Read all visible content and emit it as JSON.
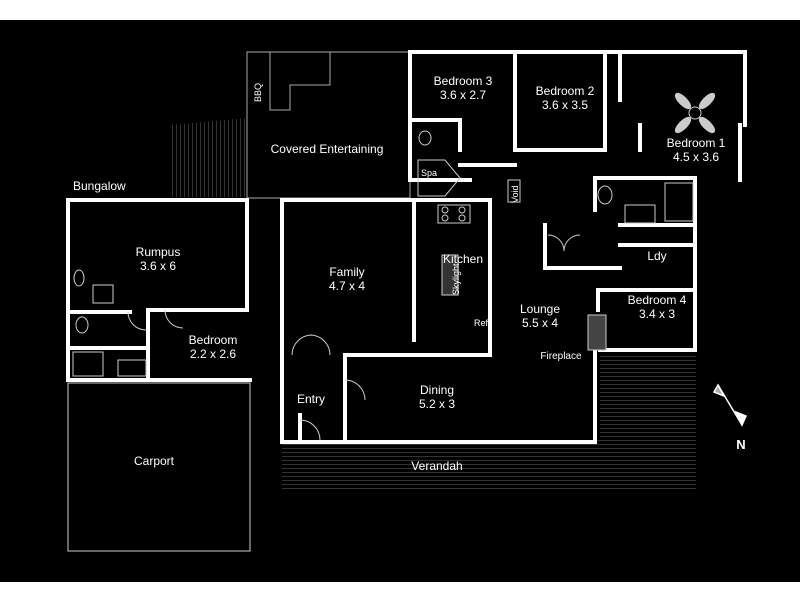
{
  "plan": {
    "title": "Bungalow",
    "rooms": [
      {
        "id": "bedroom3",
        "name": "Bedroom 3",
        "dims": "3.6 x 2.7"
      },
      {
        "id": "bedroom2",
        "name": "Bedroom 2",
        "dims": "3.6 x 3.5"
      },
      {
        "id": "bedroom1",
        "name": "Bedroom 1",
        "dims": "4.5 x 3.6"
      },
      {
        "id": "covered",
        "name": "Covered Entertaining",
        "dims": ""
      },
      {
        "id": "rumpus",
        "name": "Rumpus",
        "dims": "3.6 x 6"
      },
      {
        "id": "family",
        "name": "Family",
        "dims": "4.7 x 4"
      },
      {
        "id": "kitchen",
        "name": "Kitchen",
        "dims": ""
      },
      {
        "id": "lounge",
        "name": "Lounge",
        "dims": "5.5 x 4"
      },
      {
        "id": "bedroom4",
        "name": "Bedroom 4",
        "dims": "3.4 x 3"
      },
      {
        "id": "bedroom",
        "name": "Bedroom",
        "dims": "2.2 x 2.6"
      },
      {
        "id": "dining",
        "name": "Dining",
        "dims": "5.2 x 3"
      },
      {
        "id": "entry",
        "name": "Entry",
        "dims": ""
      },
      {
        "id": "carport",
        "name": "Carport",
        "dims": ""
      },
      {
        "id": "verandah",
        "name": "Verandah",
        "dims": ""
      },
      {
        "id": "ldy",
        "name": "Ldy",
        "dims": ""
      }
    ],
    "small_labels": {
      "bbq": "BBQ",
      "spa": "Spa",
      "void": "Void",
      "skylight": "Skylight",
      "ref": "Ref",
      "fireplace": "Fireplace"
    },
    "compass": "N",
    "colors": {
      "background": "#000000",
      "walls": "#ffffff",
      "lines": "#bbbbbb"
    }
  }
}
